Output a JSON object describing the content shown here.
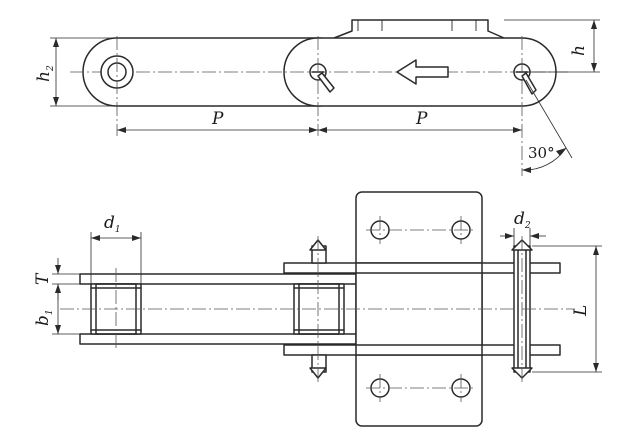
{
  "diagram": {
    "top_view": {
      "pitch_labels": [
        "P",
        "P"
      ],
      "height_label": "h",
      "link_height_label": "h",
      "link_height_subscript": "2",
      "angle_label": "30°"
    },
    "bottom_view": {
      "roller_diameter_label": "d",
      "roller_diameter_subscript": "1",
      "pin_diameter_label": "d",
      "pin_diameter_subscript": "2",
      "plate_thickness_label": "T",
      "inner_width_label": "b",
      "inner_width_subscript": "1",
      "length_label": "L"
    }
  }
}
